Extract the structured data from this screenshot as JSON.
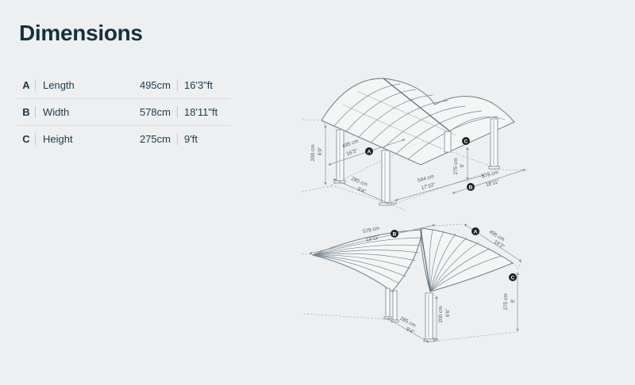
{
  "page": {
    "title": "Dimensions"
  },
  "colors": {
    "accent": "#14313e",
    "drawing_line": "#76858f",
    "drawing_label": "#4e5c66",
    "badge": "#1d2326",
    "background": "#edeff0"
  },
  "table": {
    "rows": [
      {
        "letter": "A",
        "label": "Length",
        "metric": "495cm",
        "imperial": "16'3\"ft"
      },
      {
        "letter": "B",
        "label": "Width",
        "metric": "578cm",
        "imperial": "18'11\"ft"
      },
      {
        "letter": "C",
        "label": "Height",
        "metric": "275cm",
        "imperial": "9'ft"
      }
    ]
  },
  "iso": {
    "labels": {
      "h200": {
        "metric": "200 cm",
        "imperial": "6'9\""
      },
      "a495": {
        "metric": "495 cm",
        "imperial": "16'3\"",
        "badge": "A"
      },
      "d285": {
        "metric": "285 cm",
        "imperial": "9'4\""
      },
      "s544": {
        "metric": "544 cm",
        "imperial": "17'10\""
      },
      "w578": {
        "metric": "578 cm",
        "imperial": "18'11\"",
        "badge": "B"
      },
      "h275": {
        "metric": "275 cm",
        "imperial": "9'",
        "badge": "C"
      }
    }
  },
  "rear": {
    "labels": {
      "w578": {
        "metric": "578 cm",
        "imperial": "18'11\"",
        "badge": "B"
      },
      "a495": {
        "metric": "495 cm",
        "imperial": "16'3\"",
        "badge": "A"
      },
      "h275": {
        "metric": "275 cm",
        "imperial": "9'",
        "badge": "C"
      },
      "h200": {
        "metric": "200 cm",
        "imperial": "6'6\""
      },
      "d285": {
        "metric": "285 cm",
        "imperial": "9'4\""
      }
    }
  }
}
